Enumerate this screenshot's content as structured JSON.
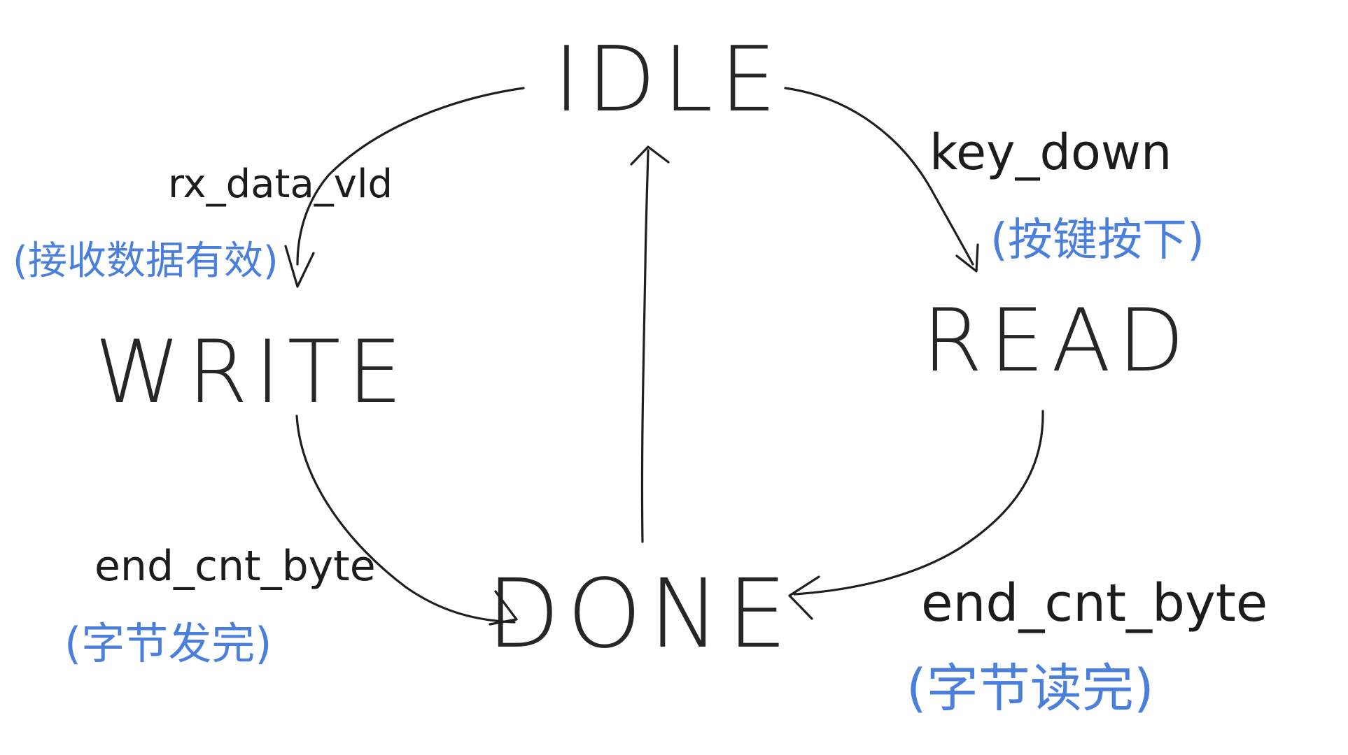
{
  "diagram": {
    "states": {
      "idle": "IDLE",
      "write": "WRITE",
      "read": "READ",
      "done": "DONE"
    },
    "transitions": {
      "idle_to_write": {
        "condition": "rx_data_vld",
        "note": "(接收数据有效)"
      },
      "idle_to_read": {
        "condition": "key_down",
        "note": "(按键按下)"
      },
      "write_to_done": {
        "condition": "end_cnt_byte",
        "note": "(字节发完)"
      },
      "read_to_done": {
        "condition": "end_cnt_byte",
        "note": "(字节读完)"
      },
      "done_to_idle": {
        "condition": ""
      }
    },
    "colors": {
      "ink": "#1f1f1f",
      "note": "#4a7fdc",
      "background": "#ffffff"
    }
  }
}
